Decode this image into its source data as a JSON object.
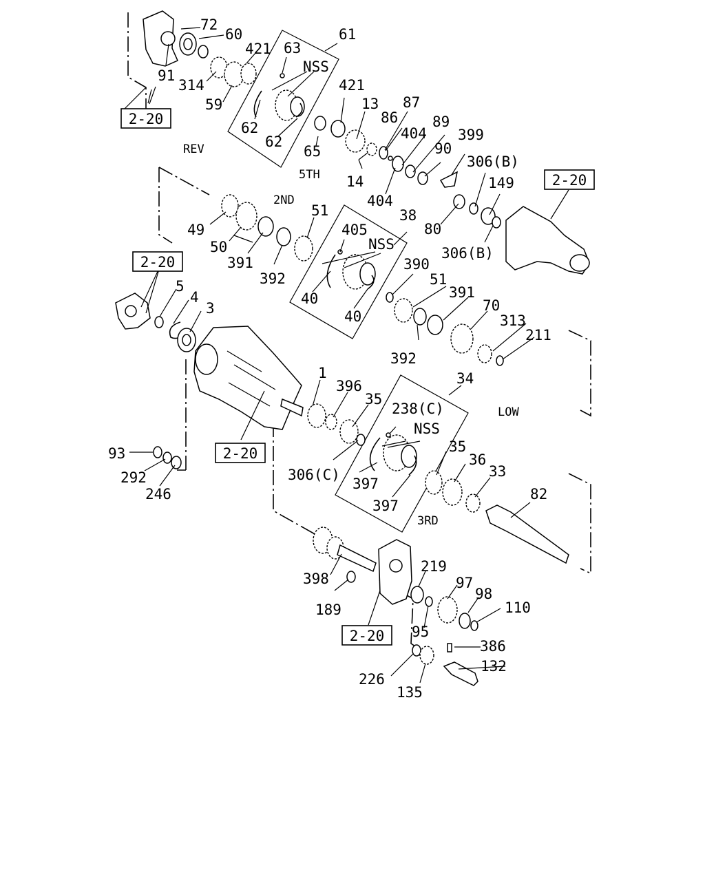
{
  "refs": [
    "2-20",
    "2-20",
    "2-20",
    "2-20",
    "2-20"
  ],
  "sections": {
    "rev": "REV",
    "fifth": "5TH",
    "second": "2ND",
    "low": "LOW",
    "third": "3RD"
  },
  "nss": [
    "NSS",
    "NSS",
    "NSS"
  ],
  "parts": {
    "p72": "72",
    "p60": "60",
    "p91": "91",
    "p421a": "421",
    "p63": "63",
    "p61": "61",
    "p314": "314",
    "p59": "59",
    "p62a": "62",
    "p62b": "62",
    "p421b": "421",
    "p13": "13",
    "p87": "87",
    "p86": "86",
    "p89": "89",
    "p404a": "404",
    "p90": "90",
    "p399": "399",
    "p65": "65",
    "p14": "14",
    "p404b": "404",
    "p306b1": "306(B)",
    "p149": "149",
    "p80": "80",
    "p306b2": "306(B)",
    "p49": "49",
    "p50": "50",
    "p391a": "391",
    "p392a": "392",
    "p51a": "51",
    "p38": "38",
    "p405": "405",
    "p40a": "40",
    "p40b": "40",
    "p390": "390",
    "p51b": "51",
    "p391b": "391",
    "p70": "70",
    "p313": "313",
    "p211": "211",
    "p392b": "392",
    "p5": "5",
    "p4": "4",
    "p3": "3",
    "p1": "1",
    "p396": "396",
    "p35a": "35",
    "p34": "34",
    "p238c": "238(C)",
    "p306c": "306(C)",
    "p397a": "397",
    "p397b": "397",
    "p35b": "35",
    "p36": "36",
    "p33": "33",
    "p82": "82",
    "p93": "93",
    "p292": "292",
    "p246": "246",
    "p398": "398",
    "p189": "189",
    "p219": "219",
    "p97": "97",
    "p98": "98",
    "p110": "110",
    "p95": "95",
    "p386": "386",
    "p132": "132",
    "p226": "226",
    "p135": "135"
  }
}
